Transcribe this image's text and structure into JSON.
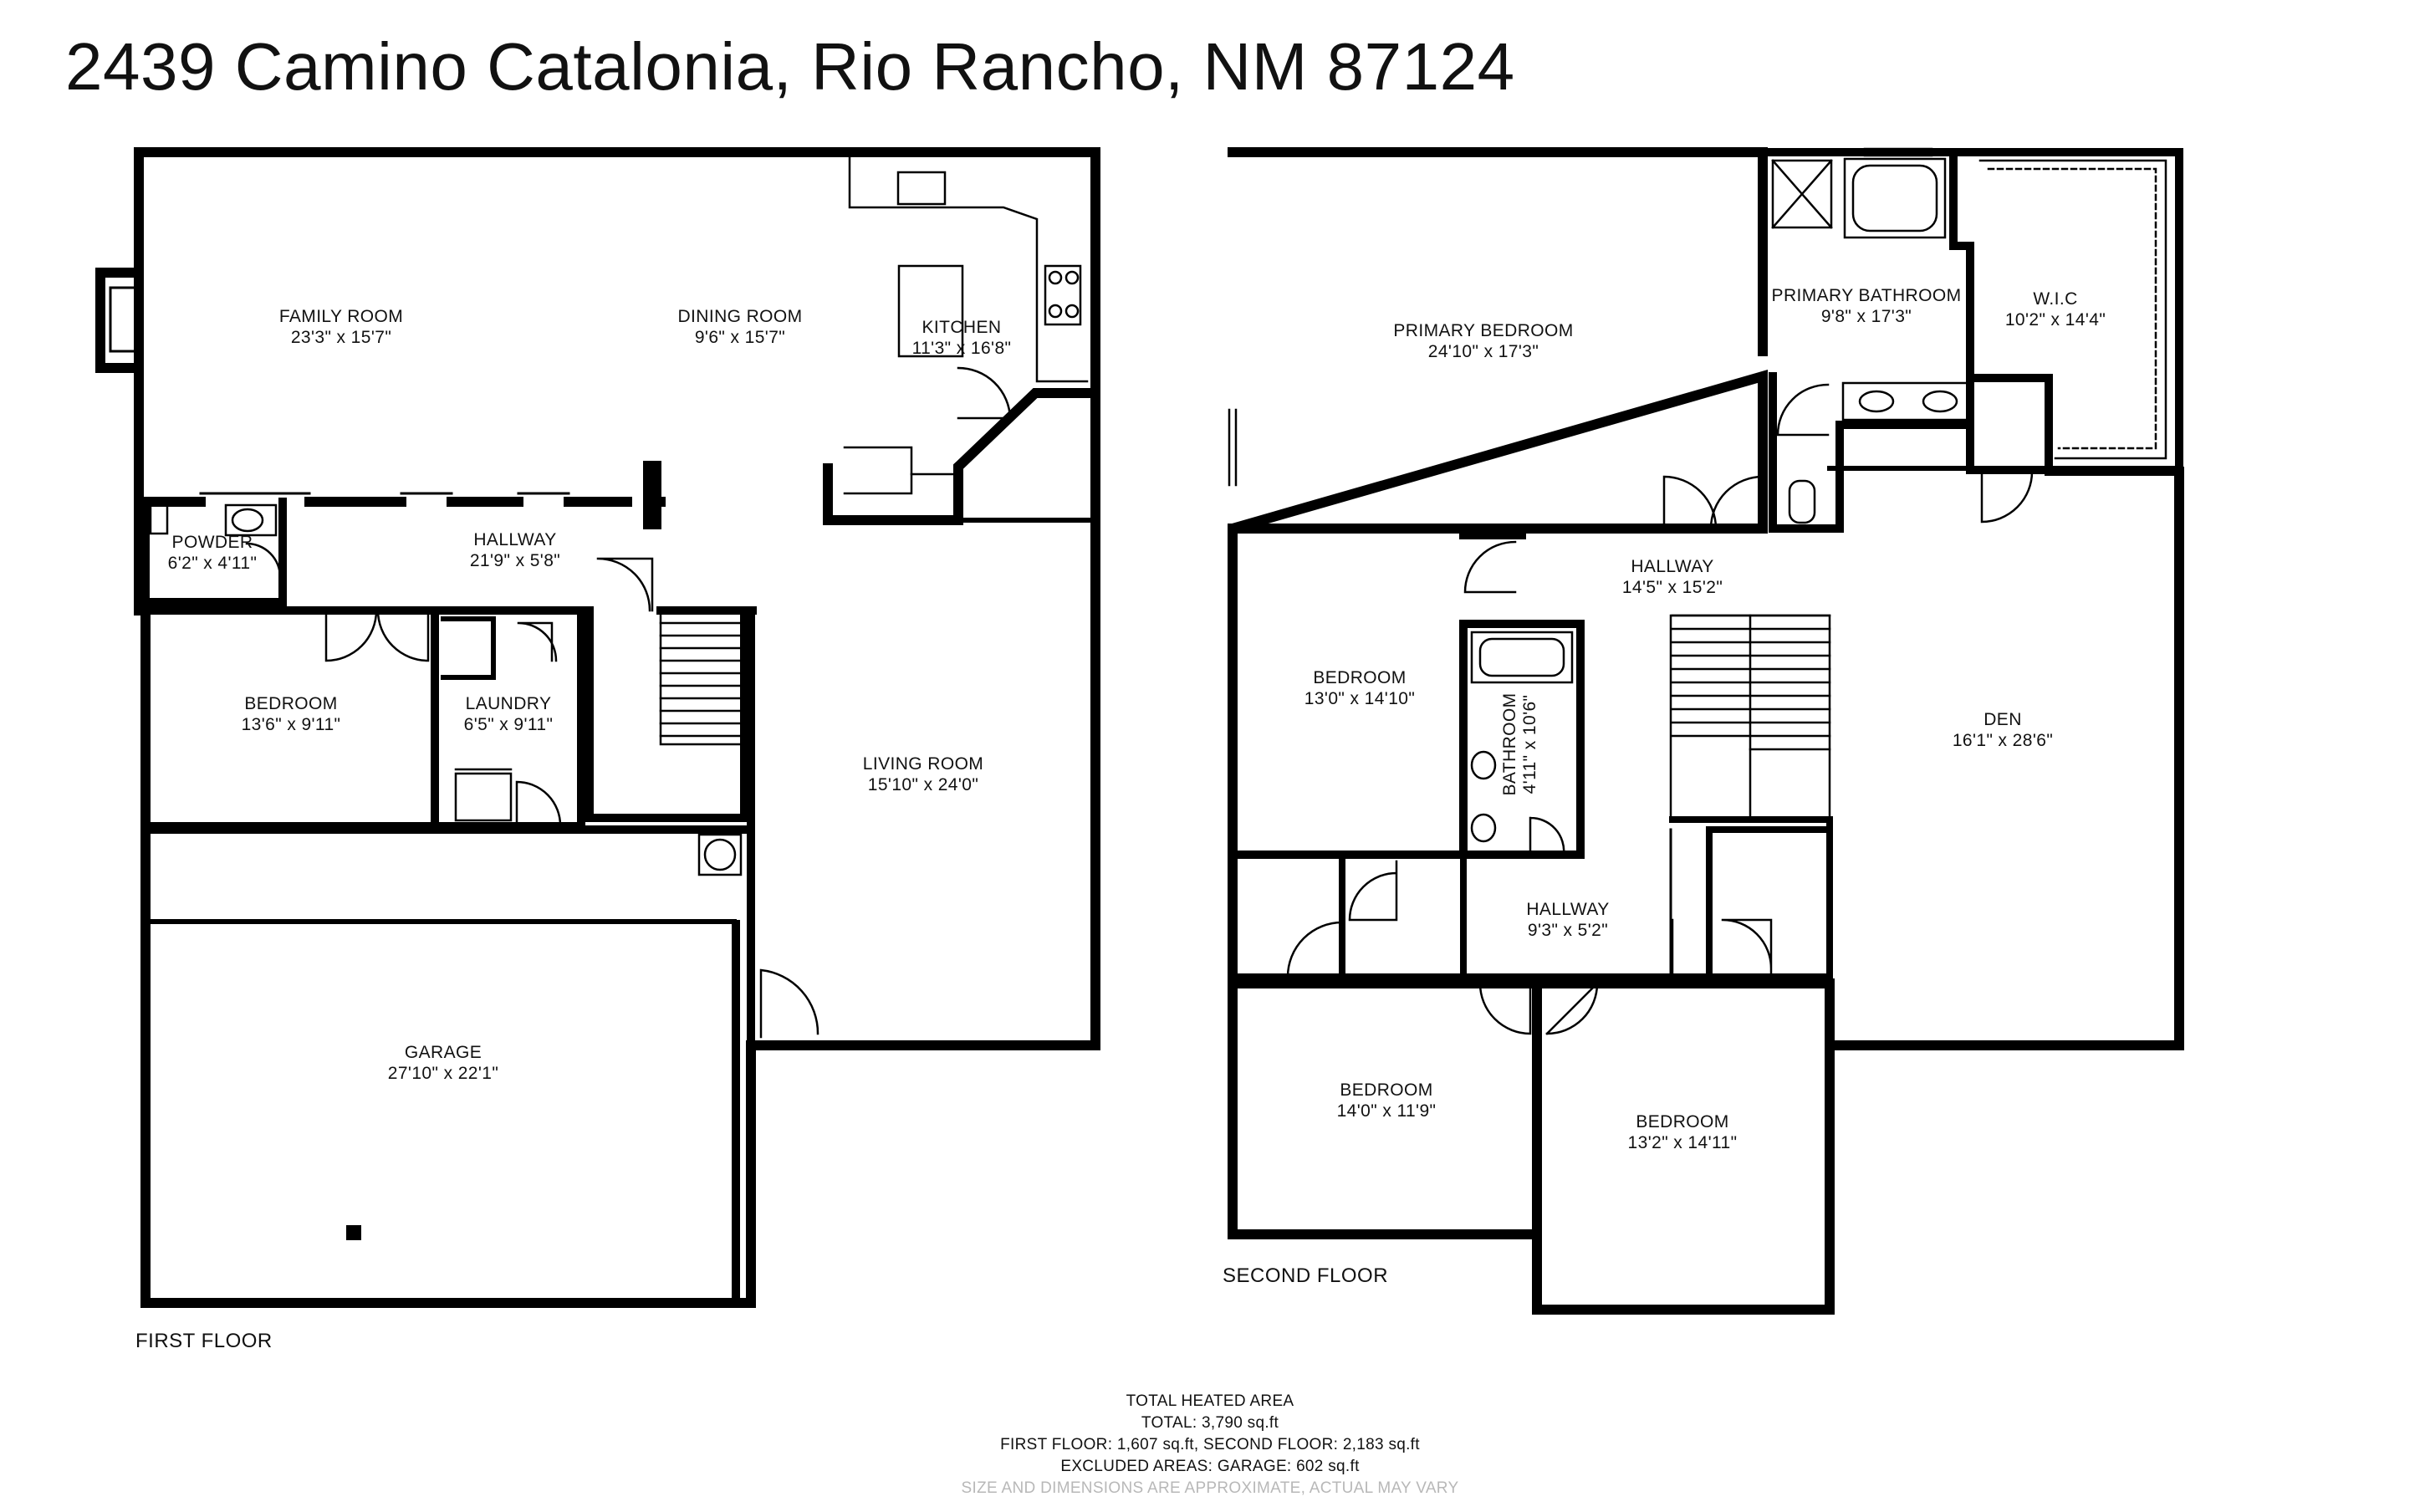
{
  "title": "2439 Camino Catalonia, Rio Rancho, NM 87124",
  "floors": {
    "first": {
      "label": "FIRST FLOOR",
      "rooms": {
        "family": {
          "name": "FAMILY ROOM",
          "dims": "23'3\" x 15'7\""
        },
        "dining": {
          "name": "DINING ROOM",
          "dims": "9'6\" x 15'7\""
        },
        "kitchen": {
          "name": "KITCHEN",
          "dims": "11'3\" x 16'8\""
        },
        "powder": {
          "name": "POWDER",
          "dims": "6'2\" x 4'11\""
        },
        "hallway": {
          "name": "HALLWAY",
          "dims": "21'9\" x 5'8\""
        },
        "bedroom": {
          "name": "BEDROOM",
          "dims": "13'6\" x 9'11\""
        },
        "laundry": {
          "name": "LAUNDRY",
          "dims": "6'5\" x 9'11\""
        },
        "living": {
          "name": "LIVING ROOM",
          "dims": "15'10\" x 24'0\""
        },
        "garage": {
          "name": "GARAGE",
          "dims": "27'10\" x 22'1\""
        }
      }
    },
    "second": {
      "label": "SECOND FLOOR",
      "rooms": {
        "primary_bedroom": {
          "name": "PRIMARY BEDROOM",
          "dims": "24'10\" x 17'3\""
        },
        "primary_bathroom": {
          "name": "PRIMARY BATHROOM",
          "dims": "9'8\" x 17'3\""
        },
        "wic": {
          "name": "W.I.C",
          "dims": "10'2\" x 14'4\""
        },
        "hallway_main": {
          "name": "HALLWAY",
          "dims": "14'5\" x 15'2\""
        },
        "bedroom_a": {
          "name": "BEDROOM",
          "dims": "13'0\" x 14'10\""
        },
        "bathroom": {
          "name": "BATHROOM",
          "dims": "4'11\" x 10'6\""
        },
        "den": {
          "name": "DEN",
          "dims": "16'1\" x 28'6\""
        },
        "hallway_small": {
          "name": "HALLWAY",
          "dims": "9'3\" x 5'2\""
        },
        "bedroom_b": {
          "name": "BEDROOM",
          "dims": "14'0\" x 11'9\""
        },
        "bedroom_c": {
          "name": "BEDROOM",
          "dims": "13'2\" x 14'11\""
        }
      }
    }
  },
  "summary": {
    "heading": "TOTAL HEATED AREA",
    "total": "TOTAL: 3,790 sq.ft",
    "floors": "FIRST FLOOR: 1,607 sq.ft, SECOND FLOOR: 2,183 sq.ft",
    "excluded": "EXCLUDED AREAS: GARAGE: 602 sq.ft",
    "note": "SIZE AND DIMENSIONS ARE APPROXIMATE, ACTUAL MAY VARY"
  }
}
